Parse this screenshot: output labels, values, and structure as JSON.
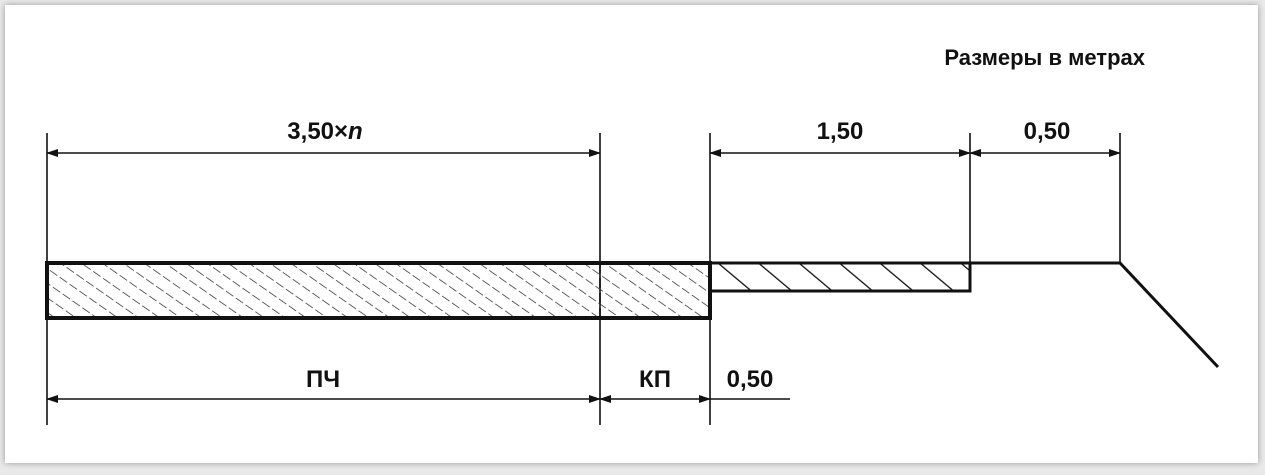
{
  "units_note": "Размеры в метрах",
  "dimensions": {
    "carriageway_width": {
      "value": "3,50×",
      "variable": "n"
    },
    "sidewalk_width": "1,50",
    "verge_width": "0,50",
    "edge_strip_offset": "0,50"
  },
  "labels": {
    "carriageway": "ПЧ",
    "edge_strip": "КП"
  },
  "colors": {
    "line": "#111111",
    "background": "#ffffff"
  }
}
